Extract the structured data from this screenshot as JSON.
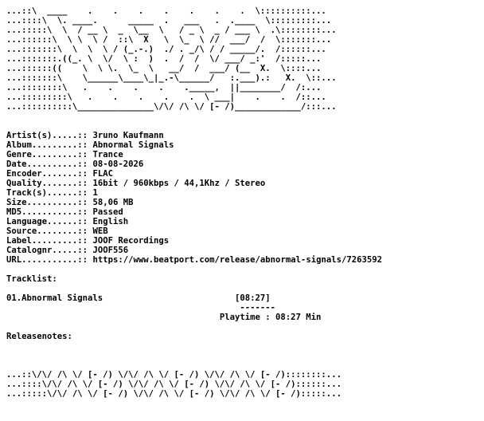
{
  "banner_art": "...::\\  ____    .    .    .    .    .    .    .  \\::::::::::...\n...::::\\  \\. ____.      _____  .   ___   .  .____  \\:::::::::...\n...:::::\\  \\  / __ \\  _  \\__  \\   / _ \\  _ / ___ \\  .\\::::::::...\n...::::::\\  \\ \\  \\ /  ::\\  X   \\  \\_  \\ //  ___/  /  \\:::::::...\n...:::::::\\  \\  \\  \\ / (_.-.)  ./ . _/\\ / / _____/.  /::::::...\n...:::::::.((_. \\  \\/  \\ :  )  .  /  /  \\/ ___/ _:'  /:::::...\n...::::::((    \\  \\ \\.  \\_  \\   __/  /  ___/ (__  X.  \\::::...\n...:::::::\\    \\______\\____\\_|_.-\\______/   :.___).:   X.  \\::...\n...::::::::\\   .    .    .    .    ._____,  ||________/  /:...\n...:::::::::\\   .    .    .    .    .  \\ ___|    .    .  /::...\n...::::::::::\\_______________\\/\\/ /\\ \\/ [- /)_____________/:::...",
  "info": [
    {
      "label": "Artist(s).....::",
      "value": "3runo Kaufmann"
    },
    {
      "label": "Album.........::",
      "value": "Abnormal Signals"
    },
    {
      "label": "Genre.........::",
      "value": "Trance"
    },
    {
      "label": "Date..........::",
      "value": "08-08-2026"
    },
    {
      "label": "Encoder.......::",
      "value": "FLAC"
    },
    {
      "label": "Quality.......::",
      "value": "16bit / 960kbps / 44,1Khz / Stereo"
    },
    {
      "label": "Track(s)......::",
      "value": "1"
    },
    {
      "label": "Size..........::",
      "value": "58,06 MB"
    },
    {
      "label": "MD5...........::",
      "value": "Passed"
    },
    {
      "label": "Language......::",
      "value": "English"
    },
    {
      "label": "Source........::",
      "value": "WEB"
    },
    {
      "label": "Label.........::",
      "value": "JOOF Recordings"
    },
    {
      "label": "Catalognr.....::",
      "value": "JOOF556"
    },
    {
      "label": "URL...........::",
      "value": "https://www.beatport.com/release/abnormal-signals/7263592"
    }
  ],
  "tracklist_heading": "Tracklist:",
  "track_line": "01.Abnormal Signals                          [08:27]",
  "underline_line": "                                              -------",
  "playtime_line": "                                          Playtime : 08:27 Min",
  "releasenotes_heading": "Releasenotes:",
  "footer_art": "...::\\/\\/ /\\ \\/ [- /) \\/\\/ /\\ \\/ [- /) \\/\\/ /\\ \\/ [- /)::::::::...\n...::::\\/\\/ /\\ \\/ [- /) \\/\\/ /\\ \\/ [- /) \\/\\/ /\\ \\/ [- /)::::::...\n...:::::\\/\\/ /\\ \\/ [- /) \\/\\/ /\\ \\/ [- /) \\/\\/ /\\ \\/ [- /):::::..."
}
